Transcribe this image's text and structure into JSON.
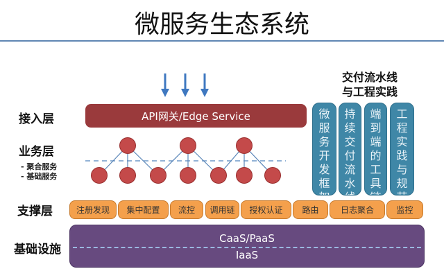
{
  "title": "微服务生态系统",
  "layers": {
    "access": "接入层",
    "business": "业务层",
    "business_sub": [
      "- 聚合服务",
      "- 基础服务"
    ],
    "support": "支撑层",
    "infra": "基础设施"
  },
  "gateway": "API网关/Edge Service",
  "pipeline": {
    "title_lines": [
      "交付流水线",
      "与工程实践"
    ],
    "columns": [
      "微服务开发框架",
      "持续交付流水线",
      "端到端的工具链",
      "工程实践与规范"
    ]
  },
  "support_items": [
    "注册发现",
    "集中配置",
    "流控",
    "调用链",
    "授权认证",
    "路由",
    "日志聚合",
    "监控"
  ],
  "infra_box": {
    "upper": "CaaS/PaaS",
    "lower": "IaaS"
  },
  "colors": {
    "gateway": "#9a3a3c",
    "service_node": "#c44a4a",
    "pipeline": "#3f87a7",
    "support": "#f4a04c",
    "infra": "#674a7f",
    "arrow": "#3f78c0"
  }
}
